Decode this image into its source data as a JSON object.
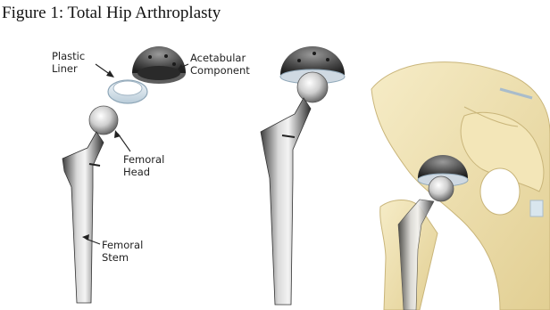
{
  "figure": {
    "caption": "Figure 1: Total Hip Arthroplasty",
    "labels": {
      "plastic_liner": [
        "Plastic",
        "Liner"
      ],
      "acetabular_component": [
        "Acetabular",
        "Component"
      ],
      "femoral_head": [
        "Femoral",
        "Head"
      ],
      "femoral_stem": [
        "Femoral",
        "Stem"
      ]
    }
  }
}
